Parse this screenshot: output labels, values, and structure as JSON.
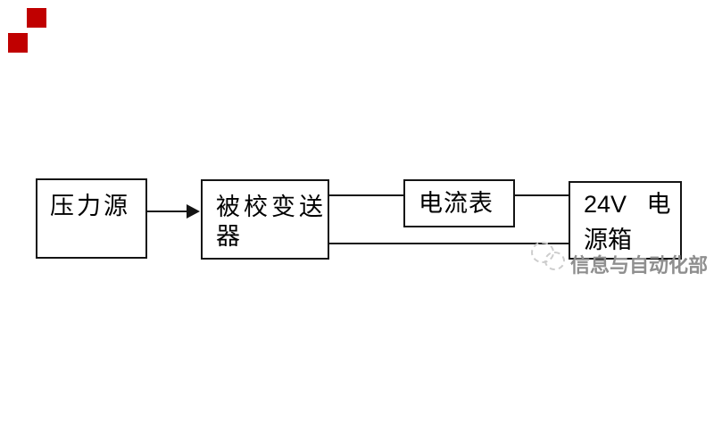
{
  "page": {
    "background_color": "#ffffff",
    "line_color": "#141414",
    "text_color": "#000000"
  },
  "decorations": {
    "red_squares": {
      "color": "#c00000",
      "count": 2
    }
  },
  "diagram": {
    "nodes": {
      "pressure_source": {
        "label": "压力源"
      },
      "transmitter": {
        "label": "被校变送器",
        "lines": [
          "被校变送",
          "器"
        ]
      },
      "ammeter": {
        "label": "电流表"
      },
      "power_box": {
        "label": "24V 电源箱",
        "lines": [
          "24V 电",
          "源箱"
        ]
      }
    },
    "connections": [
      {
        "from": "pressure_source",
        "to": "transmitter",
        "type": "arrow"
      },
      {
        "from": "transmitter",
        "to": "ammeter",
        "type": "line"
      },
      {
        "from": "ammeter",
        "to": "power_box",
        "type": "line"
      },
      {
        "from": "transmitter",
        "to": "power_box",
        "type": "line"
      }
    ]
  },
  "watermark": {
    "text": "信息与自动化部",
    "color": "#8f8f8f"
  }
}
